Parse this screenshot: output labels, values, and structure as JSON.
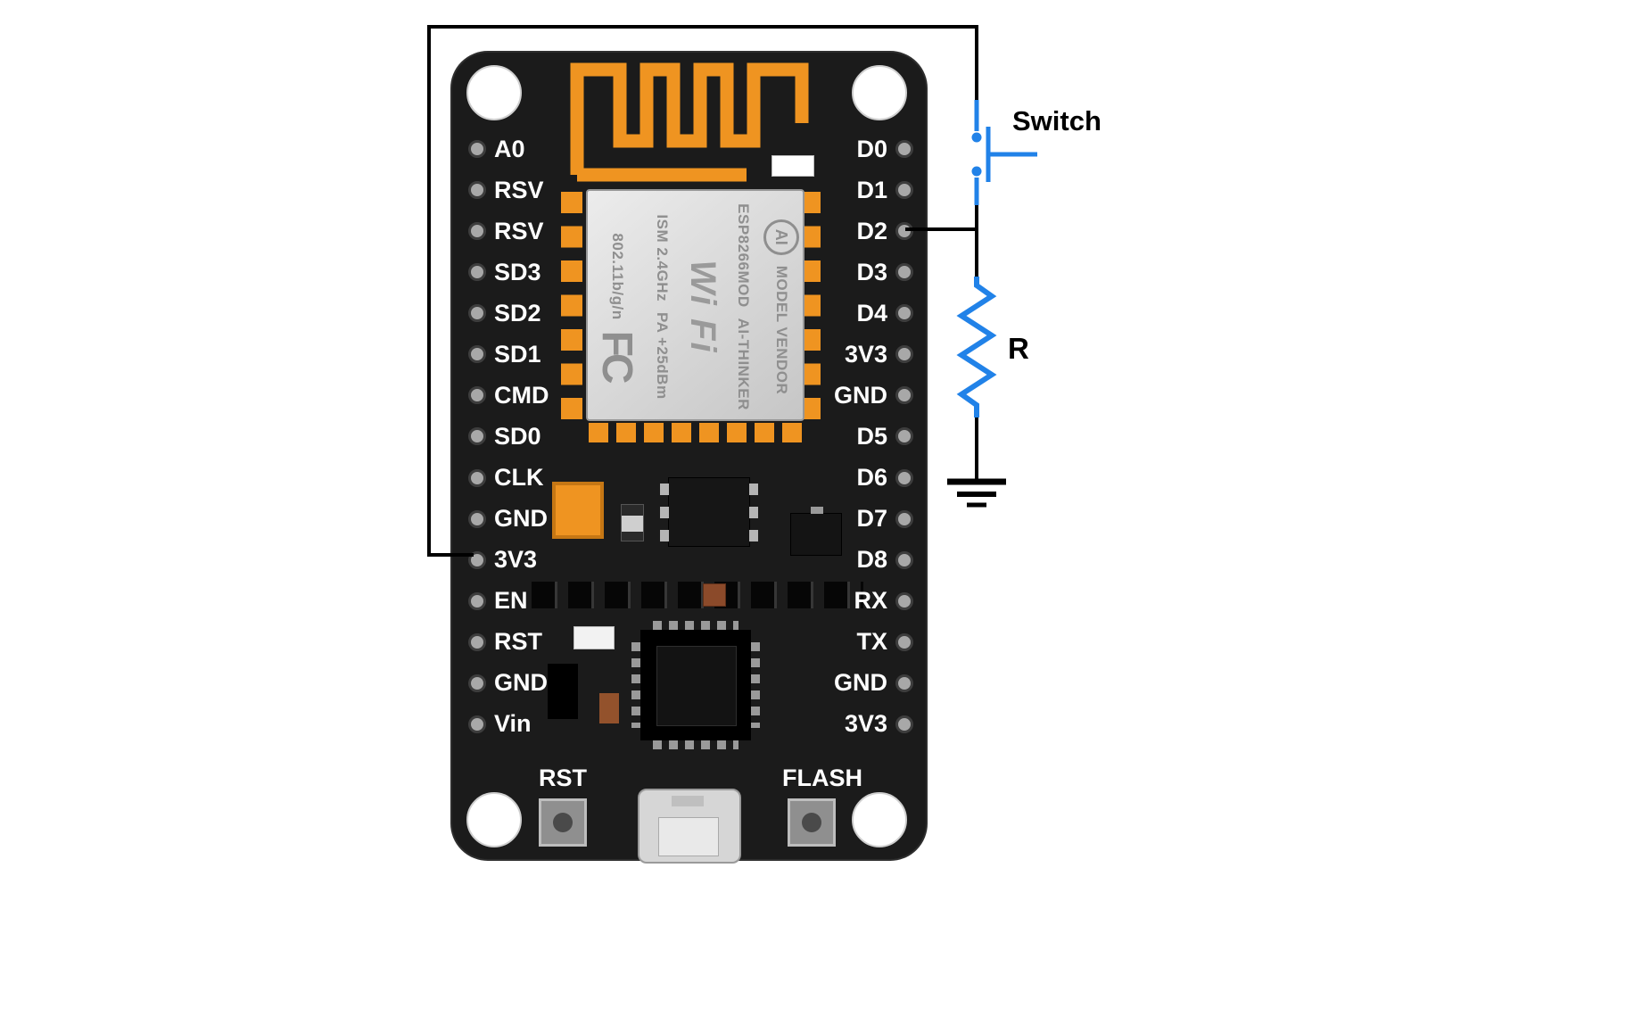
{
  "board": {
    "left_pins": [
      "A0",
      "RSV",
      "RSV",
      "SD3",
      "SD2",
      "SD1",
      "CMD",
      "SD0",
      "CLK",
      "GND",
      "3V3",
      "EN",
      "RST",
      "GND",
      "Vin"
    ],
    "right_pins": [
      "D0",
      "D1",
      "D2",
      "D3",
      "D4",
      "3V3",
      "GND",
      "D5",
      "D6",
      "D7",
      "D8",
      "RX",
      "TX",
      "GND",
      "3V3"
    ],
    "module": {
      "vendor_fields": "MODEL VENDOR",
      "model": "ESP8266MOD",
      "maker": "AI-THINKER",
      "spec_ism": "ISM 2.4GHz",
      "spec_pa": "PA +25dBm",
      "spec_std": "802.11b/g/n",
      "wifi_logo": "Wi Fi",
      "ai_logo": "AI",
      "fcc_logo": "FC"
    },
    "rst_button_label": "RST",
    "flash_button_label": "FLASH"
  },
  "circuit": {
    "switch_label": "Switch",
    "resistor_label": "R"
  },
  "colors": {
    "board_black": "#1B1B1B",
    "pad_orange": "#EF9421",
    "module_silver": "#D8D8D8",
    "wire_black": "#000000",
    "symbol_blue": "#2182E8",
    "background": "#FFFFFF"
  }
}
